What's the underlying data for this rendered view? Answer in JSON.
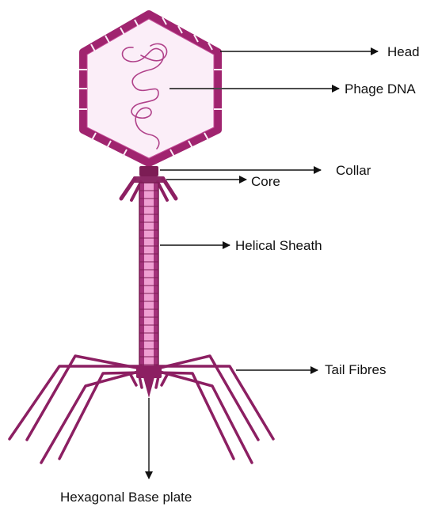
{
  "labels": {
    "head": "Head",
    "phage_dna": "Phage DNA",
    "collar": "Collar",
    "core": "Core",
    "helical_sheath": "Helical Sheath",
    "tail_fibres": "Tail Fibres",
    "base_plate": "Hexagonal Base plate"
  },
  "colors": {
    "capsid_outline": "#a0246f",
    "capsid_fill": "#fbeef8",
    "capsid_segment_line": "#d68cbd",
    "dna": "#b0418a",
    "collar": "#7c1d55",
    "sheath": "#a3337b",
    "sheath_core": "#ef9fd2",
    "fibre": "#8c1f62",
    "arrow": "#111111"
  }
}
